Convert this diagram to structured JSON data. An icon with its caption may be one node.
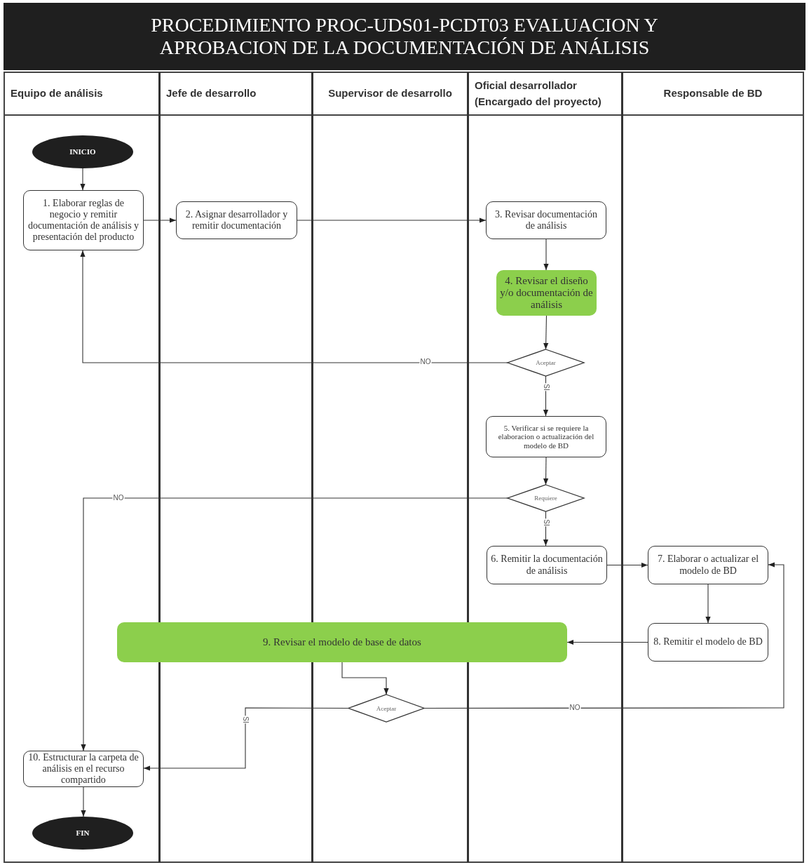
{
  "diagram": {
    "title": "PROCEDIMIENTO PROC-UDS01-PCDT03 EVALUACION Y APROBACION DE LA DOCUMENTACIÓN DE ANÁLISIS",
    "nodes": [
      {
        "text": [
          "Equipo de análisis"
        ]
      },
      {
        "text": [
          "Jefe de desarrollo"
        ]
      },
      {
        "text": [
          "Supervisor de desarrollo"
        ]
      },
      {
        "text": [
          "Oficial desarrollador (Encargado del proyecto)"
        ]
      },
      {
        "text": [
          "Responsable de BD"
        ]
      },
      {
        "text": [
          "INICIO"
        ],
        "in": 0
      },
      {
        "text": [
          "1. Elaborar reglas de negocio y remitir documentación de análisis y presentación del producto"
        ],
        "in": 0
      },
      {
        "text": [
          "2. Asignar desarrollador y remitir documentación"
        ],
        "in": 1
      },
      {
        "text": [
          "3. Revisar documentación de análisis"
        ],
        "in": 3
      },
      {
        "text": [
          "4. Revisar el diseño y/o documentación de análisis"
        ],
        "in": 3
      },
      {
        "text": [
          "Aceptar"
        ],
        "in": 3
      },
      {
        "text": [
          "5. Verificar si se requiere la elaboracion o actualización del modelo de BD"
        ],
        "in": 3
      },
      {
        "text": [
          "Requiere"
        ],
        "in": 3
      },
      {
        "text": [
          "6. Remitir la documentación de análisis"
        ],
        "in": 3
      },
      {
        "text": [
          "7. Elaborar o actualizar el modelo de BD"
        ],
        "in": 4
      },
      {
        "text": [
          "8. Remitir el modelo de BD"
        ],
        "in": 4
      },
      {
        "text": [
          "9. Revisar el modelo de base de datos"
        ]
      },
      {
        "text": [
          "Aceptar"
        ],
        "in": 2
      },
      {
        "text": [
          "10. Estructurar la carpeta de análisis en el recurso compartido"
        ],
        "in": 0
      },
      {
        "text": [
          "FIN"
        ],
        "in": 0
      }
    ],
    "edges": [
      {
        "from": 5,
        "to": 6,
        "arrow": "to"
      },
      {
        "from": 6,
        "to": 7,
        "arrow": "to"
      },
      {
        "from": 7,
        "to": 8,
        "arrow": "to"
      },
      {
        "from": 8,
        "to": 9,
        "arrow": "to"
      },
      {
        "from": 9,
        "to": 10,
        "arrow": "to"
      },
      {
        "from": 10,
        "to": 6,
        "arrow": "to",
        "label": "NO"
      },
      {
        "from": 10,
        "to": 11,
        "arrow": "to",
        "label": "SI"
      },
      {
        "from": 11,
        "to": 12,
        "arrow": "to"
      },
      {
        "from": 12,
        "to": 18,
        "arrow": "to",
        "label": "NO"
      },
      {
        "from": 12,
        "to": 13,
        "arrow": "to",
        "label": "SI"
      },
      {
        "from": 13,
        "to": 14,
        "arrow": "to"
      },
      {
        "from": 14,
        "to": 15,
        "arrow": "to"
      },
      {
        "from": 15,
        "to": 16,
        "arrow": "to"
      },
      {
        "from": 16,
        "to": 17,
        "arrow": "to"
      },
      {
        "from": 17,
        "to": 18,
        "arrow": "to",
        "label": "SI"
      },
      {
        "from": 17,
        "to": 14,
        "arrow": "to",
        "label": "NO"
      },
      {
        "from": 18,
        "to": 19,
        "arrow": "to"
      }
    ]
  }
}
